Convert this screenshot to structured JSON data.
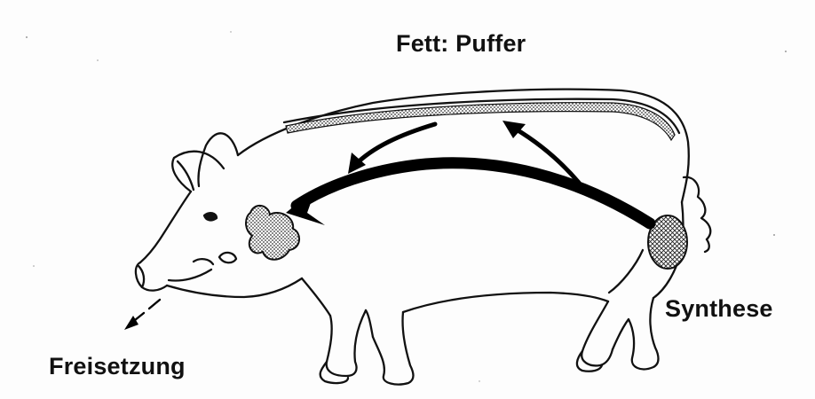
{
  "labels": {
    "top": "Fett: Puffer",
    "right": "Synthese",
    "bottom_left": "Freisetzung"
  }
}
